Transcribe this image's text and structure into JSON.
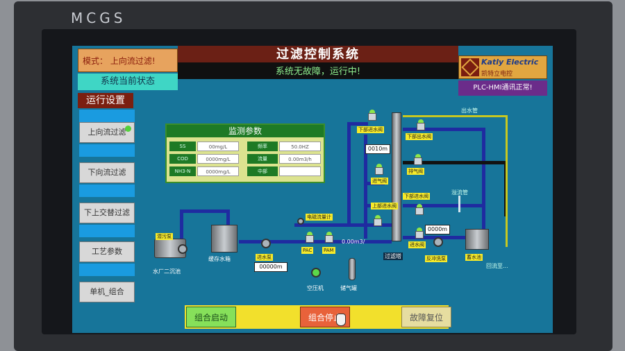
{
  "device": {
    "brand": "MCGS"
  },
  "header": {
    "title": "过滤控制系统",
    "status_text": "系统无故障，运行中!",
    "mode_label": "模式：",
    "mode_value": "上向流过滤!",
    "state_button": "系统当前状态",
    "logo_name": "Katly Electric",
    "logo_cn": "凯特立电控",
    "plc_status": "PLC-HMI通讯正常!"
  },
  "sidebar": {
    "title": "运行设置",
    "items": [
      {
        "label": "上向流过滤",
        "active": true
      },
      {
        "label": "下向流过滤"
      },
      {
        "label": "下上交替过滤"
      },
      {
        "label": "工艺参数"
      },
      {
        "label": "单机_组合"
      }
    ]
  },
  "monitor": {
    "title": "监测参数",
    "rows": [
      {
        "k1": "SS",
        "v1": "00mg/L",
        "k2": "频率",
        "v2": "50.0HZ"
      },
      {
        "k1": "COD",
        "v1": "0000mg/L",
        "k2": "流量",
        "v2": "0.00m3/h"
      },
      {
        "k1": "NH3-N",
        "v1": "0000mg/L",
        "k2": "中部",
        "v2": ""
      }
    ]
  },
  "process": {
    "equipment": {
      "source_pool": "水厂二沉池",
      "buffer_tank": "缓存水箱",
      "filter_tower": "过滤塔",
      "water_tank": "蓄水池",
      "compressor": "空压机",
      "air_tank": "储气罐",
      "pac": "PAC",
      "pam": "PAM"
    },
    "tags": {
      "submersible_pump": "潜污泵",
      "inlet_pump": "进水泵",
      "flowmeter": "电磁流量计",
      "top_drain_valve": "下部进水阀",
      "top_out_valve": "下部出水阀",
      "air_valve": "进气阀",
      "vent_valve": "排气阀",
      "upper_in_valve": "上部进水阀",
      "lower_return_valve": "下部进水阀",
      "water_valve": "进水阀",
      "backwash_pump": "反冲洗泵",
      "drain_label": "出水管",
      "overflow_label": "溢流管",
      "return_label": "回流至..."
    },
    "readings": {
      "inlet_flow": "00000m",
      "tower_level": "0010m",
      "tank_level": "0000m",
      "flow_rate": "0.00m3/"
    }
  },
  "footer": {
    "start_button": "组合启动",
    "stop_button": "组合停止",
    "reset_button": "故障复位"
  },
  "colors": {
    "screen_bg": "#17759a",
    "pipe_blue": "#1f2ba0",
    "label_yellow": "#f6ea2a",
    "start_green": "#86e05a",
    "stop_orange": "#e8623a",
    "reset_beige": "#e6dda0"
  }
}
